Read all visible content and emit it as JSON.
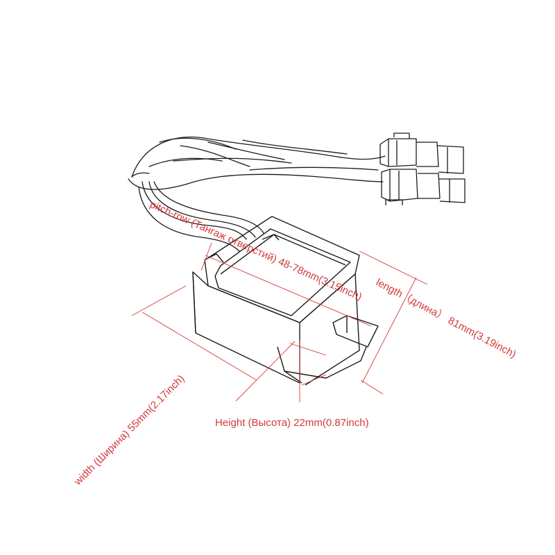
{
  "labels": {
    "pitch_row": "pitch-row (Тангаж отверстий) 48-78mm(3.15inch)",
    "length": "length（длина） 81mm(3.19inch)",
    "width": "width (Ширина) 55mm(2.17inch)",
    "height": "Height (Высота)  22mm(0.87inch)"
  },
  "colors": {
    "dimension": "#d23a3a",
    "sketch": "#1a1a1a"
  }
}
